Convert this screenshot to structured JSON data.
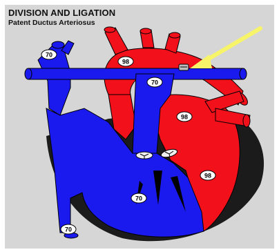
{
  "title": "DIVISION AND LIGATION",
  "subtitle": "Patent Ductus Arteriosus",
  "saturations": {
    "svc": "70",
    "aorta": "98",
    "pulmonary_artery": "70",
    "left_atrium": "98",
    "left_ventricle": "98",
    "right_ventricle": "70",
    "ivc": "70"
  },
  "colors": {
    "deoxygenated": "#1a1aee",
    "oxygenated": "#f2101a",
    "arrow": "#f8f46a",
    "background": "#d6d6d6",
    "outline": "#000000"
  },
  "icons": {
    "pointer": "yellow-arrow-icon"
  }
}
